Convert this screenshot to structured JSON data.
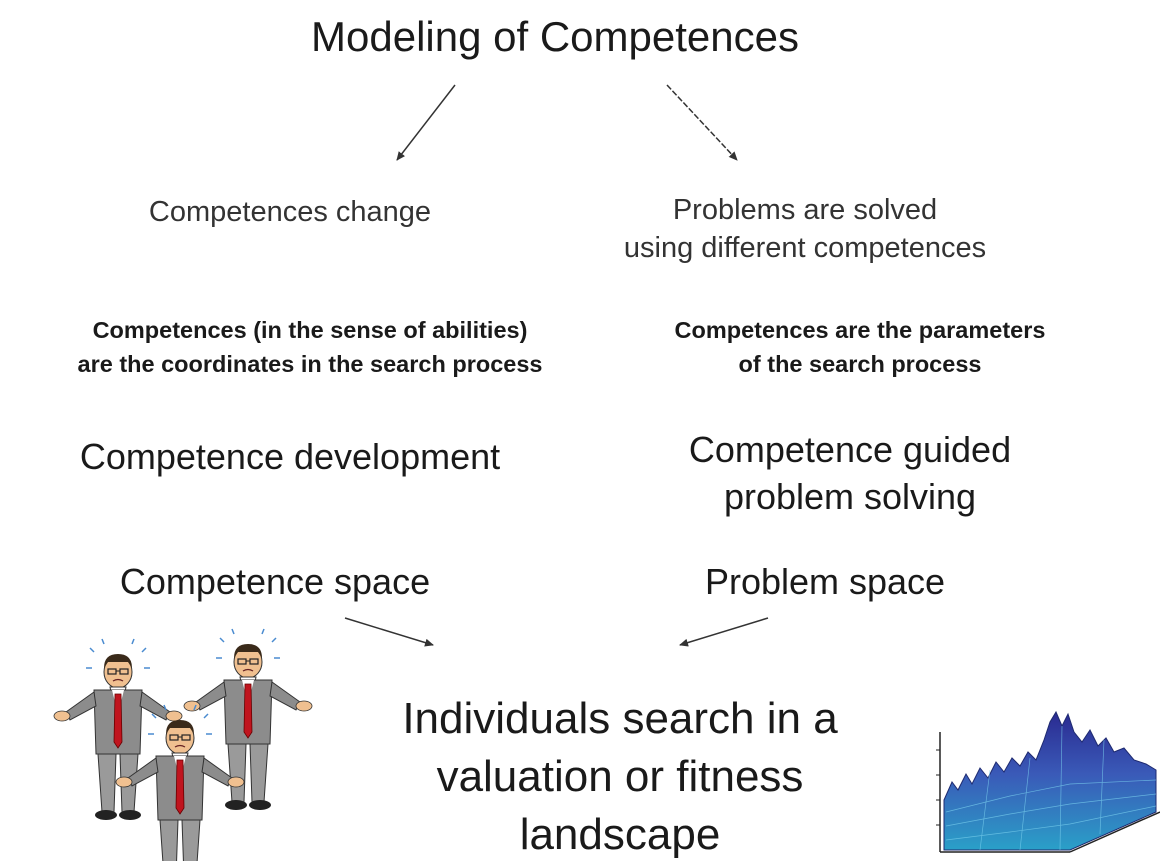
{
  "title": "Modeling of Competences",
  "left": {
    "level1": "Competences change",
    "level2_line1": "Competences (in the sense of abilities)",
    "level2_line2": "are the coordinates in the search process",
    "level3": "Competence development",
    "level4": "Competence space"
  },
  "right": {
    "level1_line1": "Problems are solved",
    "level1_line2": "using different competences",
    "level2_line1": "Competences are the parameters",
    "level2_line2": "of the search process",
    "level3_line1": "Competence guided",
    "level3_line2": "problem solving",
    "level4": "Problem space"
  },
  "center": {
    "line1": "Individuals search in a",
    "line2": "valuation or fitness",
    "line3": "landscape"
  },
  "colors": {
    "text": "#1a1a1a",
    "arrow": "#333333",
    "suit": "#8c8c8c",
    "tie": "#c0141e",
    "landscape_high": "#3a3aa8",
    "landscape_low": "#2aa0c8"
  },
  "icons": [
    "businessmen-clipart",
    "fitness-landscape-3d-plot"
  ]
}
